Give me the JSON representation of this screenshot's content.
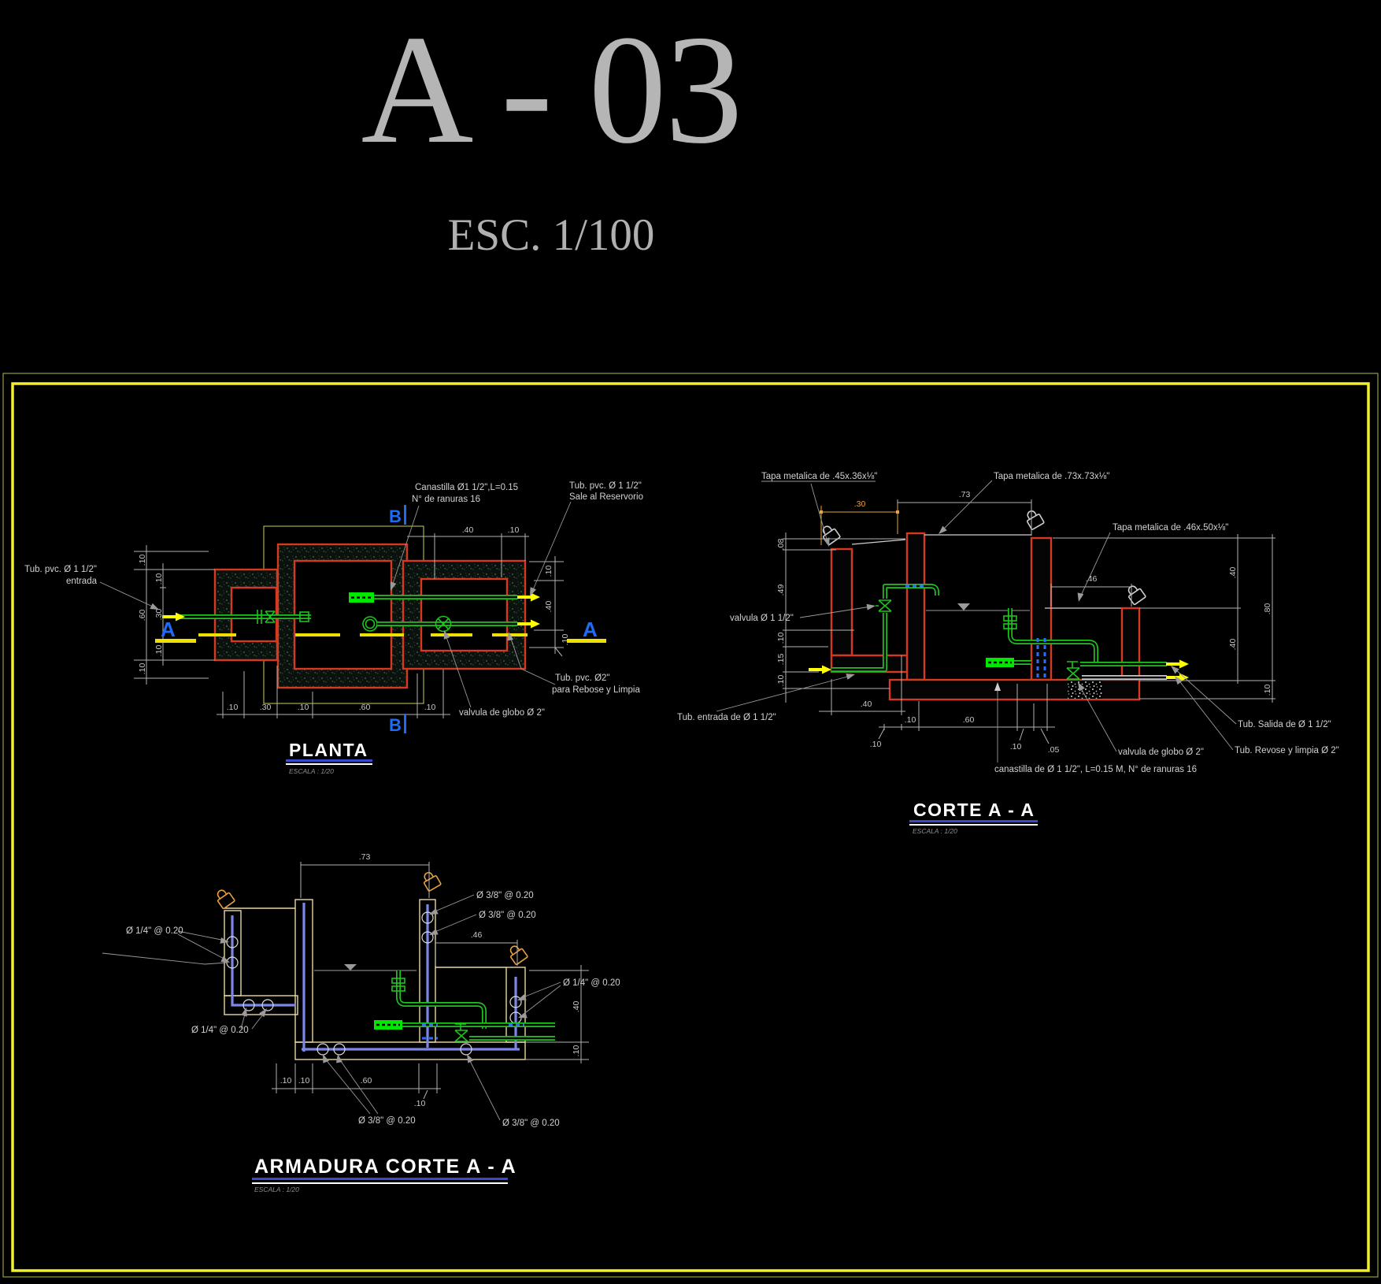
{
  "sheet": {
    "title": "A - 03",
    "scale": "ESC. 1/100"
  },
  "planta": {
    "title": "PLANTA",
    "scale_note": "ESCALA : 1/20",
    "marker_a": "A",
    "marker_b": "B",
    "labels": {
      "tub_entrada_l1": "Tub. pvc. Ø 1 1/2\"",
      "tub_entrada_l2": "entrada",
      "canastilla_l1": "Canastilla Ø1 1/2\",L=0.15",
      "canastilla_l2": "N° de ranuras 16",
      "tub_sale_l1": "Tub. pvc. Ø 1 1/2\"",
      "tub_sale_l2": "Sale al Reservorio",
      "tub_rebose_l1": "Tub. pvc. Ø2\"",
      "tub_rebose_l2": "para Rebose y Limpia",
      "valvula_globo": "valvula de globo Ø 2\""
    },
    "dims": {
      "top": [
        ".40",
        ".10"
      ],
      "left_outer": [
        ".10",
        ".60",
        ".10"
      ],
      "left_inner": [
        ".10",
        ".30",
        ".10"
      ],
      "right": [
        ".10",
        ".40",
        ".10"
      ],
      "bottom": [
        ".10",
        ".30",
        ".10",
        ".60",
        ".10"
      ]
    }
  },
  "corte": {
    "title": "CORTE  A - A",
    "scale_note": "ESCALA : 1/20",
    "labels": {
      "tapa_45": "Tapa metalica de .45x.36x⅛\"",
      "tapa_73": "Tapa metalica de .73x.73x⅛\"",
      "tapa_46": "Tapa metalica de .46x.50x⅛\"",
      "valvula": "valvula Ø 1 1/2\"",
      "tub_entrada": "Tub. entrada de Ø 1 1/2\"",
      "tub_salida": "Tub. Salida de Ø 1 1/2\"",
      "tub_rebose": "Tub. Revose y limpia Ø 2\"",
      "valvula_globo": "valvula de globo Ø 2\"",
      "canastilla": "canastilla de Ø 1 1/2\", L=0.15 M, N° de ranuras 16"
    },
    "dims": {
      "top": [
        ".30",
        ".73",
        ".46"
      ],
      "left": [
        ".08",
        ".49",
        ".10",
        ".15",
        ".10"
      ],
      "right_inner": [
        ".40",
        ".40"
      ],
      "right_outer": [
        ".80",
        ".10"
      ],
      "bottom": [
        ".40",
        ".10",
        ".10",
        ".60",
        ".10",
        ".05"
      ]
    }
  },
  "armadura": {
    "title": "ARMADURA CORTE  A - A",
    "scale_note": "ESCALA : 1/20",
    "labels": {
      "rebar_14": "Ø 1/4\" @ 0.20",
      "rebar_38": "Ø 3/8\" @ 0.20"
    },
    "dims": {
      "top": [
        ".73",
        ".46"
      ],
      "right": [
        ".40",
        ".10"
      ],
      "bottom": [
        ".10",
        ".10",
        ".60",
        ".10"
      ]
    }
  }
}
